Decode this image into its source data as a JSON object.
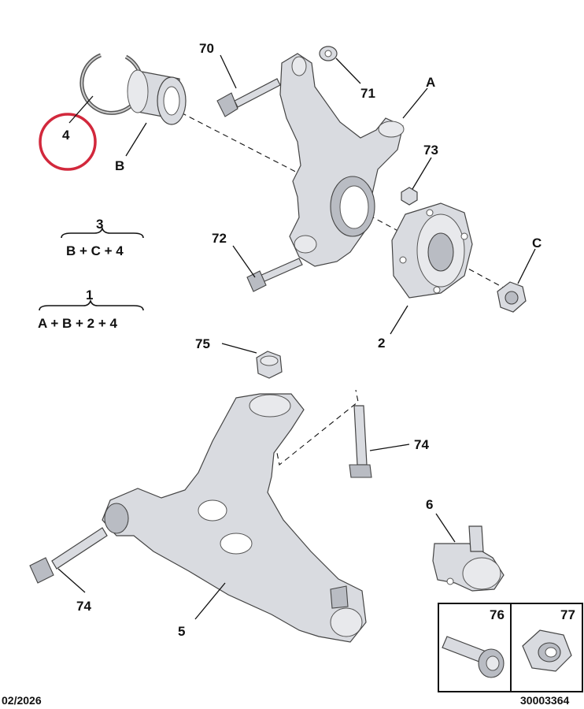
{
  "callouts": {
    "p70": "70",
    "p71": "71",
    "pA": "A",
    "p73": "73",
    "p4": "4",
    "pB": "B",
    "p72": "72",
    "pC": "C",
    "p2": "2",
    "p75": "75",
    "p74a": "74",
    "p74b": "74",
    "p6": "6",
    "p5": "5",
    "p76": "76",
    "p77": "77"
  },
  "formulas": {
    "kit3_num": "3",
    "kit3_expr": "B + C + 4",
    "kit1_num": "1",
    "kit1_expr": "A + B + 2 + 4"
  },
  "footer": {
    "date": "02/2026",
    "ref": "30003364"
  },
  "colors": {
    "highlight_ring": "#d2283c",
    "part_fill": "#d9dbe0",
    "outline": "#444444"
  }
}
